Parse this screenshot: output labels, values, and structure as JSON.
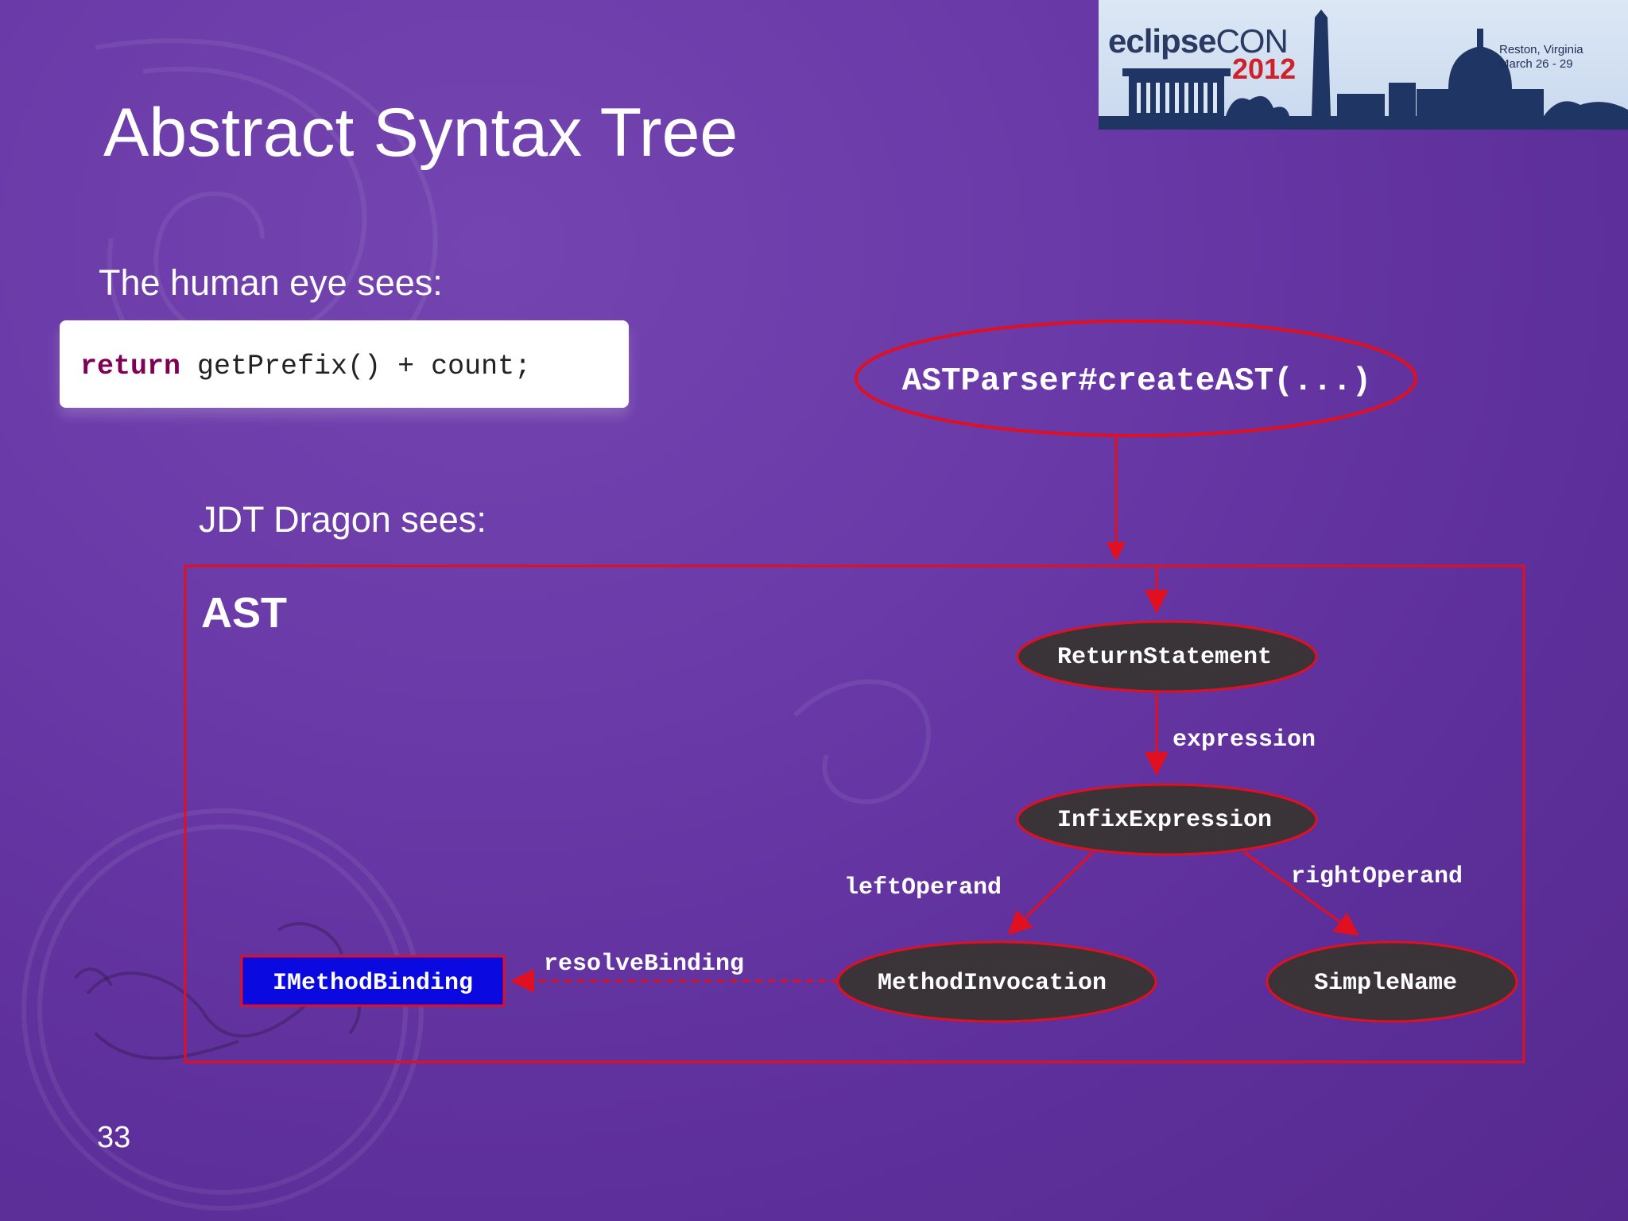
{
  "slide": {
    "title": "Abstract Syntax Tree",
    "human_label": "The human eye sees:",
    "code": {
      "keyword": "return",
      "rest": " getPrefix() + count;"
    },
    "dragon_label": "JDT Dragon sees:",
    "page_number": "33"
  },
  "banner": {
    "brand": "eclipse",
    "brand_suffix": "CON",
    "year": "2012",
    "location": "Reston, Virginia",
    "dates": "March 26 - 29"
  },
  "diagram": {
    "parser_node": "ASTParser#createAST(...)",
    "container_label": "AST",
    "nodes": {
      "return_statement": "ReturnStatement",
      "infix_expression": "InfixExpression",
      "method_invocation": "MethodInvocation",
      "simple_name": "SimpleName",
      "method_binding": "IMethodBinding"
    },
    "edges": {
      "expression": "expression",
      "left_operand": "leftOperand",
      "right_operand": "rightOperand",
      "resolve_binding": "resolveBinding"
    },
    "colors": {
      "accent_red": "#e01020",
      "node_fill": "#3a3438",
      "binding_fill": "#0a0ae0",
      "background": "#6a3aa8"
    }
  }
}
